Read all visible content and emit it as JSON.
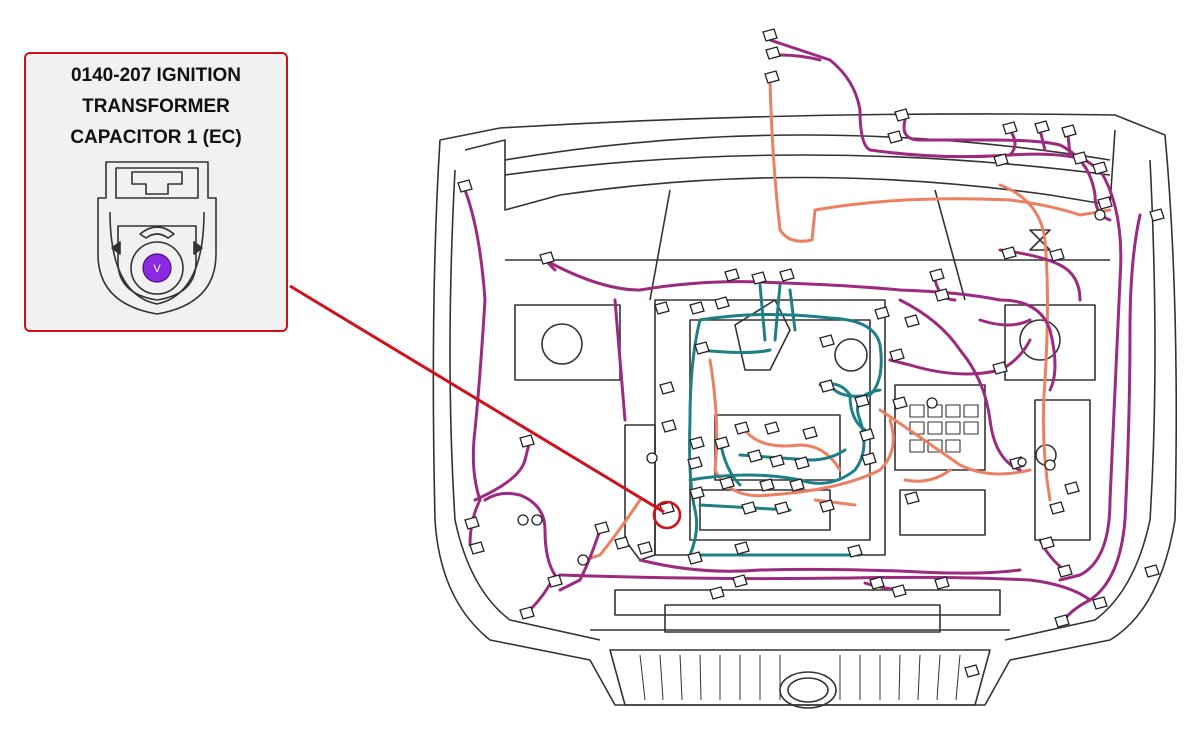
{
  "callout": {
    "title_lines": [
      "0140-207 IGNITION",
      "TRANSFORMER",
      "CAPACITOR 1 (EC)"
    ],
    "pin_label": "V"
  },
  "colors": {
    "callout_border": "#d0101a",
    "callout_background": "#f1f1f1",
    "leader_line": "#d0101a",
    "pin_fill": "#8a2be2",
    "harness_purple": "#9c2a7f",
    "harness_teal": "#1e7f86",
    "harness_salmon": "#ec8062",
    "outline": "#333333"
  },
  "icons": [
    "connector-face-icon",
    "pin-icon"
  ]
}
